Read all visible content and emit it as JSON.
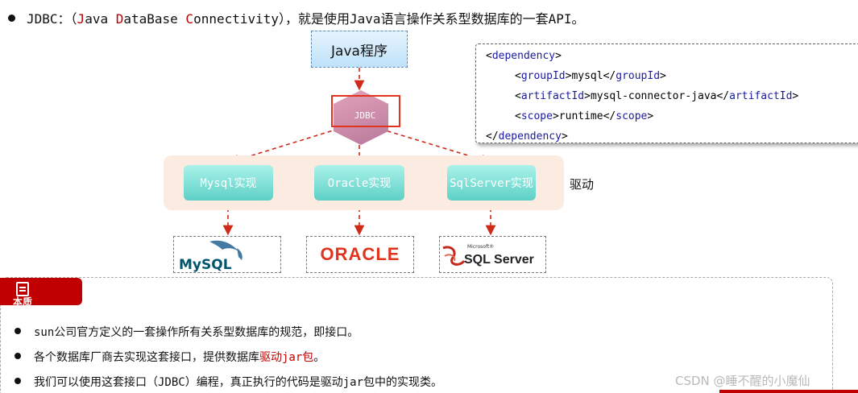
{
  "header": {
    "prefix": "JDBC：（",
    "j": "J",
    "ava": "ava ",
    "d": "D",
    "ata_base": "ataBase ",
    "c": "C",
    "onnectivity": "onnectivity",
    "suffix": "），就是使用Java语言操作关系型数据库的一套API。"
  },
  "diagram": {
    "java_program": "Java程序",
    "jdbc": "JDBC",
    "implementations": [
      "Mysql实现",
      "Oracle实现",
      "SqlServer实现"
    ],
    "driver_label": "驱动",
    "logos": {
      "mysql": "MySQL",
      "oracle": "ORACLE",
      "microsoft": "Microsoft®",
      "sqlserver": "SQL Server"
    }
  },
  "code": {
    "dependency_open": "dependency",
    "group_tag": "groupId",
    "group_value": "mysql",
    "artifact_tag": "artifactId",
    "artifact_value": "mysql-connector-java",
    "scope_tag": "scope",
    "scope_value": "runtime",
    "dependency_close": "dependency"
  },
  "note": {
    "title": "本质",
    "items": [
      "sun公司官方定义的一套操作所有关系型数据库的规范，即接口。",
      "各个数据库厂商去实现这套接口，提供数据库",
      "驱动jar包",
      "。",
      "我们可以使用这套接口（JDBC）编程，真正执行的代码是驱动jar包中的实现类。"
    ]
  },
  "watermark": "CSDN @睡不醒的小魔仙",
  "colors": {
    "accent_red": "#c00000",
    "frame_red": "#e0341e",
    "tag_blue": "#1a1aa6",
    "teal": "#5ed0c6",
    "band": "#fbebe0"
  }
}
